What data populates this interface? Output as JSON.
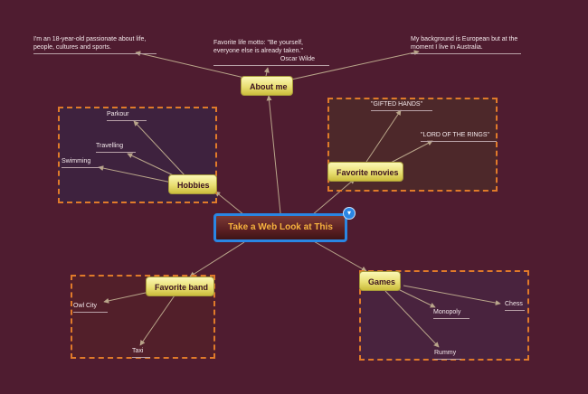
{
  "root": {
    "label": "Take a Web Look at This",
    "toggle_icon": "chevron-down-icon"
  },
  "topics": {
    "about": {
      "label": "About me",
      "notes": [
        "I'm an 18-year-old passionate about life, people, cultures and sports.",
        "Favorite life motto: \"Be yourself, everyone else is already taken.\"",
        "Oscar Wilde",
        "My background is European but at the moment I live in Australia."
      ]
    },
    "hobbies": {
      "label": "Hobbies",
      "items": [
        "Parkour",
        "Travelling",
        "Swimming"
      ]
    },
    "movies": {
      "label": "Favorite movies",
      "items": [
        "\"GIFTED HANDS\"",
        "\"LORD OF THE RINGS\""
      ]
    },
    "band": {
      "label": "Favorite band",
      "items": [
        "Owl City",
        "Taxi"
      ]
    },
    "games": {
      "label": "Games",
      "items": [
        "Chess",
        "Monopoly",
        "Rummy"
      ]
    }
  },
  "colors": {
    "background": "#4f1c30",
    "group_border": "#e07a2a",
    "root_border": "#2a86e3",
    "root_text": "#f6b23e",
    "connector": "#b9a58a"
  }
}
